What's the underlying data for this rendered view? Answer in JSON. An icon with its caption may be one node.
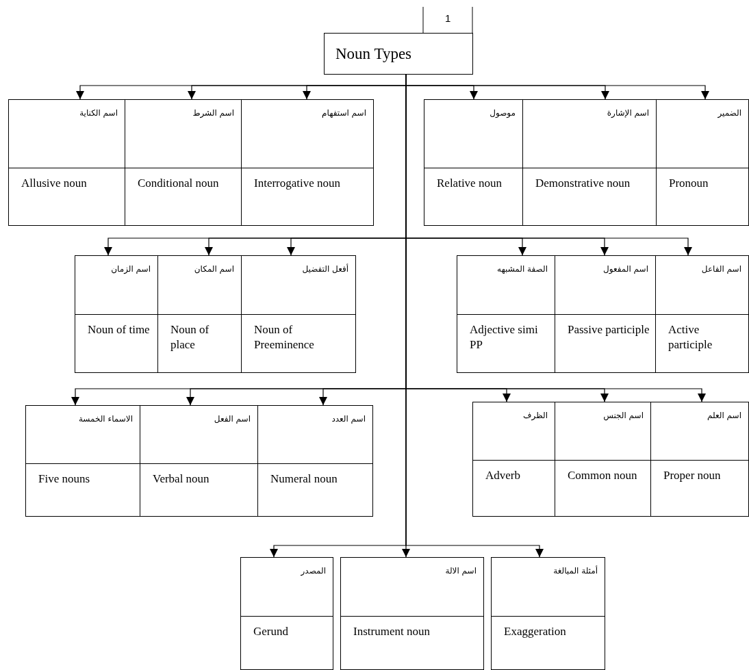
{
  "diagram": {
    "nodes": [
      {
        "text": [
          "Noun Types"
        ]
      },
      {
        "text": [
          "اسم الكناية",
          "Allusive noun"
        ]
      },
      {
        "text": [
          "اسم الشرط",
          "Conditional noun"
        ]
      },
      {
        "text": [
          "اسم استفهام",
          "Interrogative noun"
        ]
      },
      {
        "text": [
          "موصول",
          "Relative noun"
        ]
      },
      {
        "text": [
          "اسم الإشارة",
          "Demonstrative noun"
        ]
      },
      {
        "text": [
          "الضمير",
          "Pronoun"
        ]
      },
      {
        "text": [
          "اسم الزمان",
          "Noun of time"
        ]
      },
      {
        "text": [
          "اسم المكان",
          "Noun of place"
        ]
      },
      {
        "text": [
          "أفعل التفضيل",
          "Noun of Preeminence"
        ]
      },
      {
        "text": [
          "الصفة المشبهه",
          "Adjective simi PP"
        ]
      },
      {
        "text": [
          "اسم المفعول",
          "Passive participle"
        ]
      },
      {
        "text": [
          "اسم الفاعل",
          "Active participle"
        ]
      },
      {
        "text": [
          "الاسماء الخمسة",
          "Five nouns"
        ]
      },
      {
        "text": [
          "اسم الفعل",
          "Verbal noun"
        ]
      },
      {
        "text": [
          "اسم العدد",
          "Numeral noun"
        ]
      },
      {
        "text": [
          "الظرف",
          "Adverb"
        ]
      },
      {
        "text": [
          "اسم الجنس",
          "Common noun"
        ]
      },
      {
        "text": [
          "اسم العلم",
          "Proper noun"
        ]
      },
      {
        "text": [
          "المصدر",
          "Gerund"
        ]
      },
      {
        "text": [
          "اسم الالة",
          "Instrument noun"
        ]
      },
      {
        "text": [
          "أمثلة المبالغة",
          "Exaggeration"
        ]
      }
    ],
    "edges": [
      {
        "from": 0,
        "to": 1,
        "arrow": "to"
      },
      {
        "from": 0,
        "to": 2,
        "arrow": "to"
      },
      {
        "from": 0,
        "to": 3,
        "arrow": "to"
      },
      {
        "from": 0,
        "to": 4,
        "arrow": "to"
      },
      {
        "from": 0,
        "to": 5,
        "arrow": "to"
      },
      {
        "from": 0,
        "to": 6,
        "arrow": "to"
      },
      {
        "from": 0,
        "to": 7,
        "arrow": "to"
      },
      {
        "from": 0,
        "to": 8,
        "arrow": "to"
      },
      {
        "from": 0,
        "to": 9,
        "arrow": "to"
      },
      {
        "from": 0,
        "to": 10,
        "arrow": "to"
      },
      {
        "from": 0,
        "to": 11,
        "arrow": "to"
      },
      {
        "from": 0,
        "to": 12,
        "arrow": "to"
      },
      {
        "from": 0,
        "to": 13,
        "arrow": "to"
      },
      {
        "from": 0,
        "to": 14,
        "arrow": "to"
      },
      {
        "from": 0,
        "to": 15,
        "arrow": "to"
      },
      {
        "from": 0,
        "to": 16,
        "arrow": "to"
      },
      {
        "from": 0,
        "to": 17,
        "arrow": "to"
      },
      {
        "from": 0,
        "to": 18,
        "arrow": "to"
      },
      {
        "from": 0,
        "to": 19,
        "arrow": "to"
      },
      {
        "from": 0,
        "to": 20,
        "arrow": "to"
      },
      {
        "from": 0,
        "to": 21,
        "arrow": "to"
      }
    ],
    "labels": [
      "1"
    ]
  }
}
